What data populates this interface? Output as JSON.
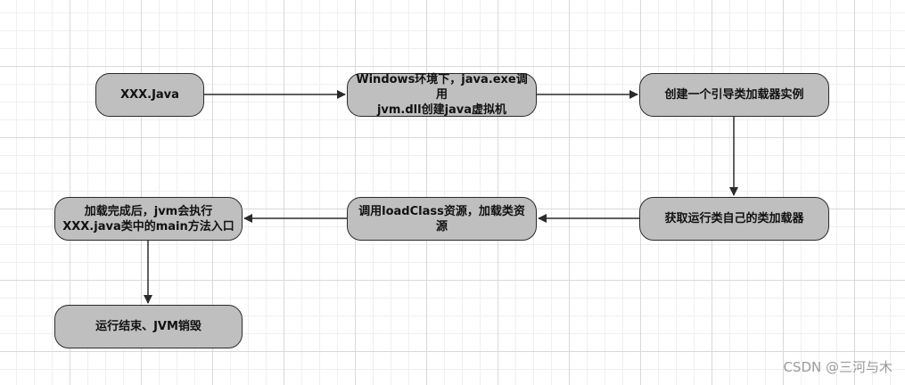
{
  "nodes": {
    "n1": "XXX.Java",
    "n2": "Windows环境下，java.exe调用\njvm.dll创建java虚拟机",
    "n3": "创建一个引导类加载器实例",
    "n4": "获取运行类自己的类加载器",
    "n5": "调用loadClass资源，加载类资源",
    "n6": "加载完成后，jvm会执行\nXXX.java类中的main方法入口",
    "n7": "运行结束、JVM销毁"
  },
  "edges": [
    {
      "from": "n1",
      "to": "n2"
    },
    {
      "from": "n2",
      "to": "n3"
    },
    {
      "from": "n3",
      "to": "n4"
    },
    {
      "from": "n4",
      "to": "n5"
    },
    {
      "from": "n5",
      "to": "n6"
    },
    {
      "from": "n6",
      "to": "n7"
    }
  ],
  "watermark": "CSDN @三河与木",
  "colors": {
    "node_fill": "#bfbfbf",
    "node_stroke": "#2b2b2b",
    "edge": "#2b2b2b",
    "grid": "#d9d9d9"
  }
}
